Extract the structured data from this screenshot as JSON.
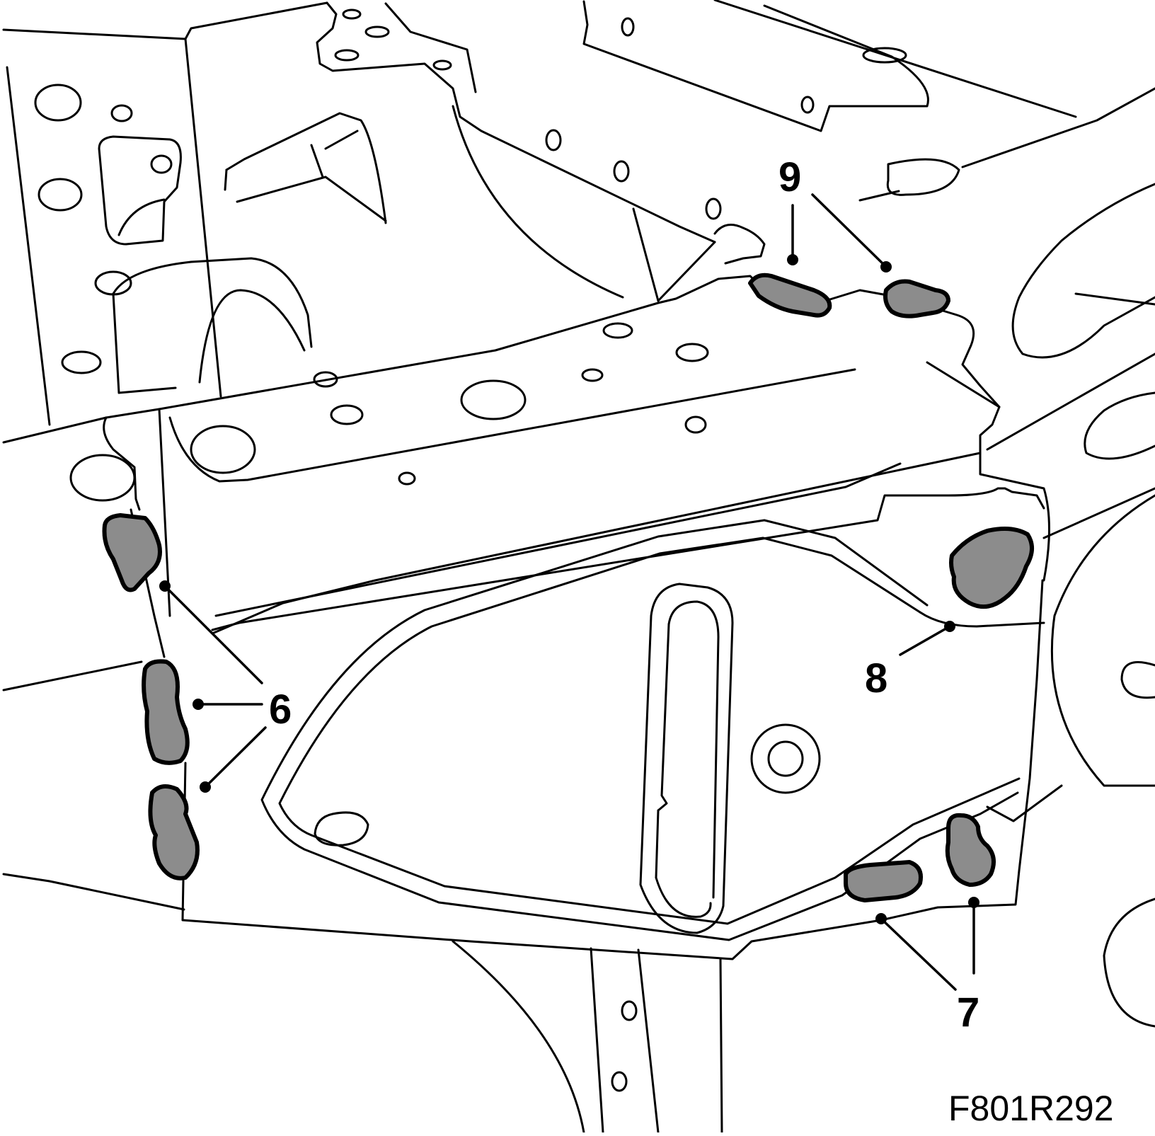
{
  "callouts": {
    "c6": "6",
    "c7": "7",
    "c8": "8",
    "c9": "9"
  },
  "figure_code": "F801R292",
  "colors": {
    "line": "#000000",
    "highlight_fill": "#8c8c8c",
    "background": "#ffffff"
  }
}
